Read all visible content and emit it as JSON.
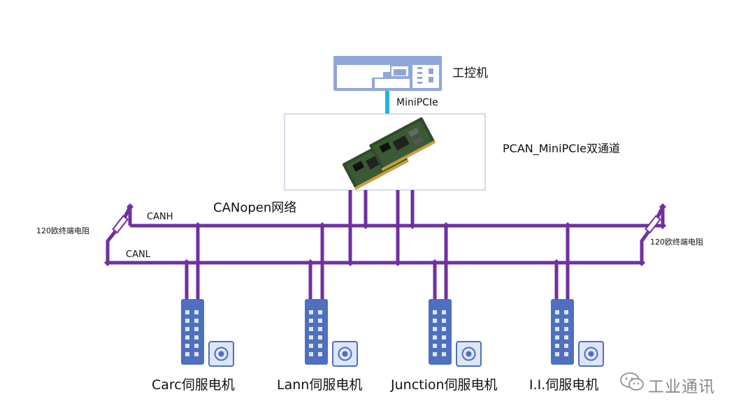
{
  "labels": {
    "industrial_pc": "工控机",
    "minipcie": "MiniPCIe",
    "pcan": "PCAN_MiniPCIe双通道",
    "network": "CANopen网络",
    "canh": "CANH",
    "canl": "CANL",
    "resistor_left": "120欧终端电阻",
    "resistor_right": "120欧终端电阻"
  },
  "servos": [
    {
      "label": "Carc伺服电机"
    },
    {
      "label": "Lann伺服电机"
    },
    {
      "label": "Junction伺服电机"
    },
    {
      "label": "I.I.伺服电机"
    }
  ],
  "watermark": {
    "text": "工业通讯",
    "icon": "wechat-icon"
  },
  "colors": {
    "bus": "#7030a0",
    "connector": "#1fb4dc",
    "device": "#4f6fbf",
    "device_light": "#8fa6dc",
    "device_bg": "#dde5f7"
  }
}
